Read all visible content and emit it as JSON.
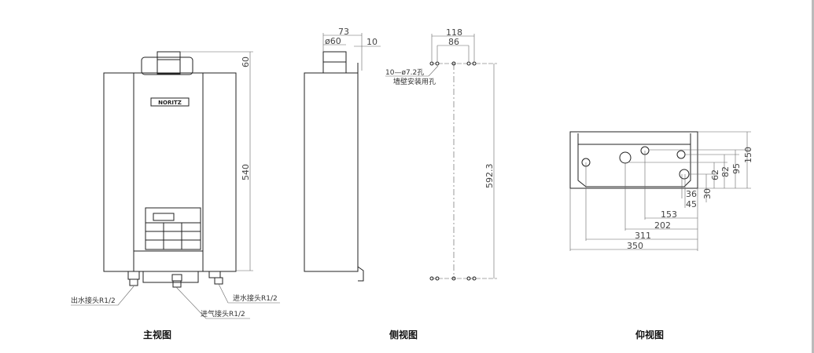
{
  "front_view": {
    "caption": "主视图",
    "logo": "NORITZ",
    "dim_top": "60",
    "dim_height": "540",
    "labels": {
      "outlet": "出水接头R1/2",
      "gas": "进气接头R1/2",
      "inlet": "进水接头R1/2"
    }
  },
  "side_view": {
    "caption": "侧视图",
    "dim_flue_offset": "73",
    "dim_flue_dia": "ø60",
    "dim_gap": "10"
  },
  "holes": {
    "dim_outer": "118",
    "dim_inner": "86",
    "dim_vertical": "592.3",
    "hole_label": "10—ø7.2孔",
    "hole_note": "墙壁安装用孔"
  },
  "bottom_view": {
    "caption": "仰视图",
    "dims_vertical": [
      "150",
      "95",
      "82",
      "62",
      "30",
      "36",
      "45"
    ],
    "dims_horizontal": [
      "153",
      "202",
      "311",
      "350"
    ]
  }
}
